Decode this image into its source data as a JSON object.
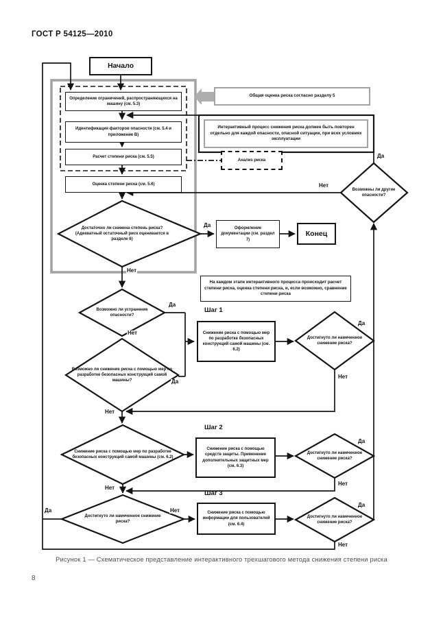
{
  "page": {
    "header": "ГОСТ Р 54125—2010",
    "caption": "Рисунок 1 — Схематическое представление интерактивного трехшагового метода снижения степени риска",
    "page_number": "8"
  },
  "labels": {
    "yes": "Да",
    "no": "Нет"
  },
  "boxes": {
    "start": "Начало",
    "end": "Конец",
    "determine_limits": "Определение ограничений, распространяющихся на машину (см. 5.3)",
    "hazard_identification": "Идентификация факторов опасности (см. 5.4 и приложение В)",
    "risk_estimation": "Расчет степени риска (см. 5.5)",
    "risk_evaluation": "Оценка степени риска (см. 5.6)",
    "general_assessment": "Общая оценка риска согласно разделу 5",
    "iterative_note": "Интерактивный процесс снижения риска должен быть повторен отдельно для каждой опасности, опасной ситуации, при всех условиях эксплуатации",
    "risk_analysis": "Анализ риска",
    "documentation": "Оформление документации (см. раздел 7)",
    "stage_note": "На каждом этапе интерактивного процесса происходит расчет степени риска, оценка степени риска, и, если возможно, сравнение степени риска",
    "step1_label": "Шаг 1",
    "step1": "Снижение риска с помощью мер по разработке безопасных конструкций самой машины (см. 6.2)",
    "step2_label": "Шаг 2",
    "step2": "Снижение риска с помощью средств защиты. Применение дополнительных защитных мер (см. 6.3)",
    "step3_label": "Шаг 3",
    "step3": "Снижение риска с помощью информации для пользователей (см. 6.4)"
  },
  "decisions": {
    "adequate": "Достаточно ли снижена степень риска? (Адекватный остаточный риск оценивается в разделе 6)",
    "eliminate": "Возможно ли устранение опасности?",
    "inherent": "Возможно ли снижение риска с помощью мер по разработке безопасных конструкций самой машины?",
    "safeguard": "Снижение риска с помощью мер по разработке безопасных конструкций самой машины (см. 6.2)",
    "achieved": "Достигнуто ли намеченное снижение риска?",
    "other_hazards": "Возможны ли другие опасности?"
  },
  "colors": {
    "line": "#141414",
    "gray": "#a3a3a3"
  }
}
